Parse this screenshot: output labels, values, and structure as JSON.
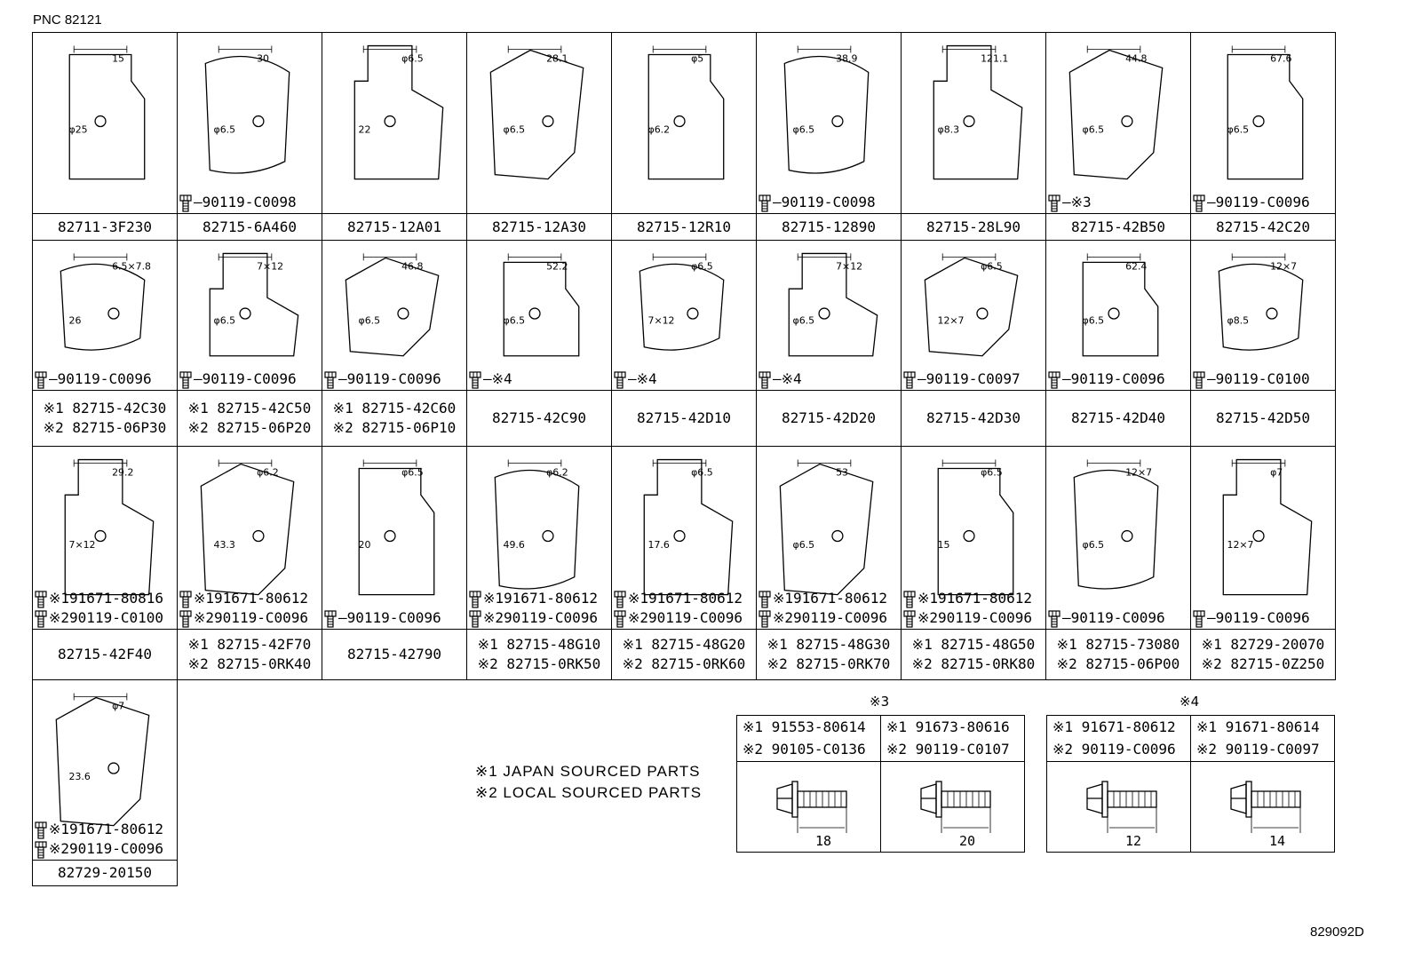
{
  "header": {
    "pnc": "PNC 82121"
  },
  "footer": {
    "doc_id": "829092D"
  },
  "rows": [
    {
      "cells": [
        {
          "label": [
            "82711-3F230"
          ],
          "bolts": [],
          "dims": [
            "15",
            "φ25"
          ]
        },
        {
          "label": [
            "82715-6A460"
          ],
          "bolts": [
            "90119-C0098"
          ],
          "dims": [
            "30",
            "φ6.5"
          ]
        },
        {
          "label": [
            "82715-12A01"
          ],
          "bolts": [],
          "dims": [
            "φ6.5",
            "22"
          ]
        },
        {
          "label": [
            "82715-12A30"
          ],
          "bolts": [],
          "dims": [
            "28.1",
            "φ6.5"
          ]
        },
        {
          "label": [
            "82715-12R10"
          ],
          "bolts": [],
          "dims": [
            "φ5",
            "φ6.2"
          ]
        },
        {
          "label": [
            "82715-12890"
          ],
          "bolts": [
            "90119-C0098"
          ],
          "dims": [
            "38.9",
            "φ6.5"
          ]
        },
        {
          "label": [
            "82715-28L90"
          ],
          "bolts": [],
          "dims": [
            "121.1",
            "φ8.3"
          ]
        },
        {
          "label": [
            "82715-42B50"
          ],
          "bolts": [
            "※3"
          ],
          "dims": [
            "44.8",
            "φ6.5"
          ]
        },
        {
          "label": [
            "82715-42C20"
          ],
          "bolts": [
            "90119-C0096"
          ],
          "dims": [
            "67.6",
            "φ6.5"
          ]
        }
      ]
    },
    {
      "cells": [
        {
          "label": [
            "※1 82715-42C30",
            "※2 82715-06P30"
          ],
          "bolts": [
            "90119-C0096"
          ],
          "dims": [
            "6.5×7.8",
            "26"
          ]
        },
        {
          "label": [
            "※1 82715-42C50",
            "※2 82715-06P20"
          ],
          "bolts": [
            "90119-C0096"
          ],
          "dims": [
            "7×12",
            "φ6.5"
          ]
        },
        {
          "label": [
            "※1 82715-42C60",
            "※2 82715-06P10"
          ],
          "bolts": [
            "90119-C0096"
          ],
          "dims": [
            "46.8",
            "φ6.5"
          ]
        },
        {
          "label": [
            "82715-42C90"
          ],
          "bolts": [
            "※4"
          ],
          "dims": [
            "52.2",
            "φ6.5"
          ]
        },
        {
          "label": [
            "82715-42D10"
          ],
          "bolts": [
            "※4"
          ],
          "dims": [
            "φ6.5",
            "7×12"
          ]
        },
        {
          "label": [
            "82715-42D20"
          ],
          "bolts": [
            "※4"
          ],
          "dims": [
            "7×12",
            "φ6.5"
          ]
        },
        {
          "label": [
            "82715-42D30"
          ],
          "bolts": [
            "90119-C0097"
          ],
          "dims": [
            "φ6.5",
            "12×7"
          ]
        },
        {
          "label": [
            "82715-42D40"
          ],
          "bolts": [
            "90119-C0096"
          ],
          "dims": [
            "62.4",
            "φ6.5"
          ]
        },
        {
          "label": [
            "82715-42D50"
          ],
          "bolts": [
            "90119-C0100"
          ],
          "dims": [
            "12×7",
            "φ8.5"
          ]
        }
      ]
    },
    {
      "cells": [
        {
          "label": [
            "82715-42F40"
          ],
          "bolts": [
            "※191671-80816",
            "※290119-C0100"
          ],
          "dims": [
            "29.2",
            "7×12"
          ]
        },
        {
          "label": [
            "※1 82715-42F70",
            "※2 82715-0RK40"
          ],
          "bolts": [
            "※191671-80612",
            "※290119-C0096"
          ],
          "dims": [
            "φ6.2",
            "43.3"
          ]
        },
        {
          "label": [
            "82715-42790"
          ],
          "bolts": [
            "90119-C0096"
          ],
          "dims": [
            "φ6.5",
            "20"
          ]
        },
        {
          "label": [
            "※1 82715-48G10",
            "※2 82715-0RK50"
          ],
          "bolts": [
            "※191671-80612",
            "※290119-C0096"
          ],
          "dims": [
            "φ6.2",
            "49.6"
          ]
        },
        {
          "label": [
            "※1 82715-48G20",
            "※2 82715-0RK60"
          ],
          "bolts": [
            "※191671-80612",
            "※290119-C0096"
          ],
          "dims": [
            "φ6.5",
            "17.6"
          ]
        },
        {
          "label": [
            "※1 82715-48G30",
            "※2 82715-0RK70"
          ],
          "bolts": [
            "※191671-80612",
            "※290119-C0096"
          ],
          "dims": [
            "53",
            "φ6.5"
          ]
        },
        {
          "label": [
            "※1 82715-48G50",
            "※2 82715-0RK80"
          ],
          "bolts": [
            "※191671-80612",
            "※290119-C0096"
          ],
          "dims": [
            "φ6.5",
            "15"
          ]
        },
        {
          "label": [
            "※1 82715-73080",
            "※2 82715-06P00"
          ],
          "bolts": [
            "90119-C0096"
          ],
          "dims": [
            "12×7",
            "φ6.5"
          ]
        },
        {
          "label": [
            "※1 82729-20070",
            "※2 82715-0Z250"
          ],
          "bolts": [
            "90119-C0096"
          ],
          "dims": [
            "φ7",
            "12×7"
          ]
        }
      ]
    },
    {
      "cells": [
        {
          "label": [
            "82729-20150"
          ],
          "bolts": [
            "※191671-80612",
            "※290119-C0096"
          ],
          "dims": [
            "φ7",
            "23.6"
          ]
        }
      ]
    }
  ],
  "notes": [
    "※1 JAPAN SOURCED PARTS",
    "※2 LOCAL SOURCED PARTS"
  ],
  "kits": [
    {
      "title": "※3",
      "entries": [
        {
          "lines": [
            "※1 91553-80614",
            "※2 90105-C0136"
          ],
          "length": "18"
        },
        {
          "lines": [
            "※1 91673-80616",
            "※2 90119-C0107"
          ],
          "length": "20"
        }
      ]
    },
    {
      "title": "※4",
      "entries": [
        {
          "lines": [
            "※1 91671-80612",
            "※2 90119-C0096"
          ],
          "length": "12"
        },
        {
          "lines": [
            "※1 91671-80614",
            "※2 90119-C0097"
          ],
          "length": "14"
        }
      ]
    }
  ]
}
